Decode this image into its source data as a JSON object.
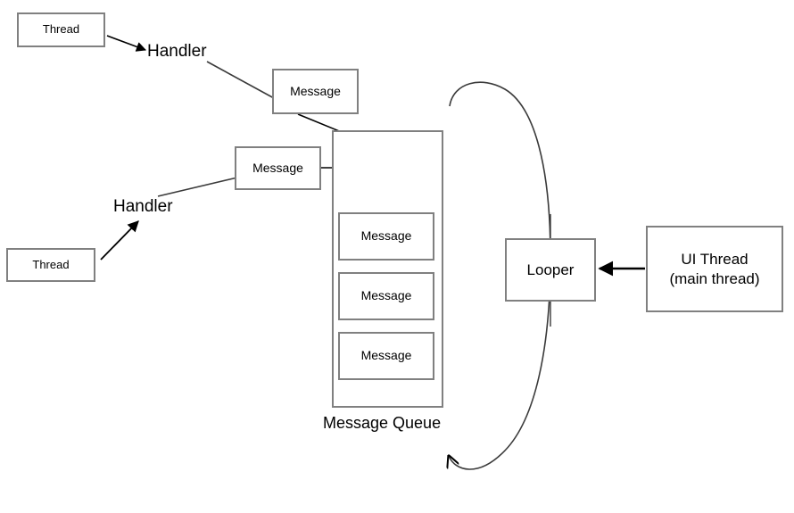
{
  "diagram": {
    "title": "Android Handler Message Queue Looper Diagram",
    "stroke_color": "#808080",
    "line_color": "#3a3a3a",
    "background": "#ffffff",
    "nodes": {
      "thread_top": {
        "label": "Thread"
      },
      "thread_bottom": {
        "label": "Thread"
      },
      "handler_top": {
        "label": "Handler"
      },
      "handler_bottom": {
        "label": "Handler"
      },
      "message_top": {
        "label": "Message"
      },
      "message_mid": {
        "label": "Message"
      },
      "message_queue": {
        "label": "Message Queue"
      },
      "queued_messages": [
        {
          "label": "Message"
        },
        {
          "label": "Message"
        },
        {
          "label": "Message"
        }
      ],
      "looper": {
        "label": "Looper"
      },
      "ui_thread": {
        "line1": "UI Thread",
        "line2": "(main thread)"
      }
    }
  }
}
